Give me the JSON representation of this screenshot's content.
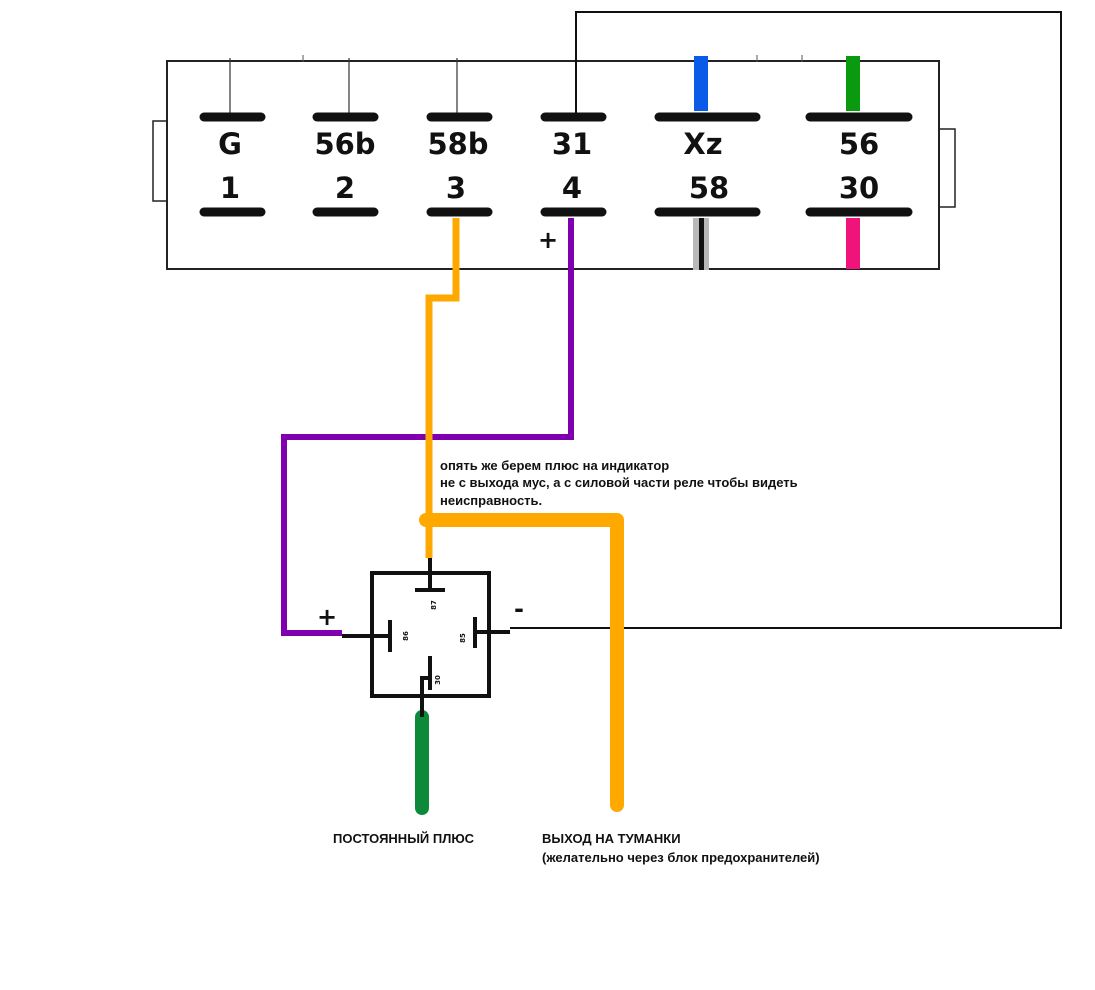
{
  "connector": {
    "top_pins": [
      "G",
      "56b",
      "58b",
      "31",
      "Xz",
      "56"
    ],
    "bottom_pins": [
      "1",
      "2",
      "3",
      "4",
      "58",
      "30"
    ],
    "plus_mark": "+"
  },
  "relay": {
    "pins": {
      "p87": "87",
      "p86": "86",
      "p85": "85",
      "p30": "30"
    },
    "plus": "+",
    "minus": "-"
  },
  "note": {
    "line1": "опять же берем плюс на индикатор",
    "line2": "не с выхода мус, а с силовой части реле чтобы видеть",
    "line3": "неисправность."
  },
  "captions": {
    "constant_plus": "ПОСТОЯННЫЙ ПЛЮС",
    "fog_output": "ВЫХОД НА ТУМАНКИ",
    "fog_output_note": "(желательно через блок предохранителей)"
  },
  "colors": {
    "orange": "#FFA800",
    "purple": "#8000B0",
    "green": "#0C8A3A",
    "blue": "#0A5CE8",
    "bright_green": "#0A9A10",
    "magenta": "#F0147A",
    "black": "#111111"
  }
}
